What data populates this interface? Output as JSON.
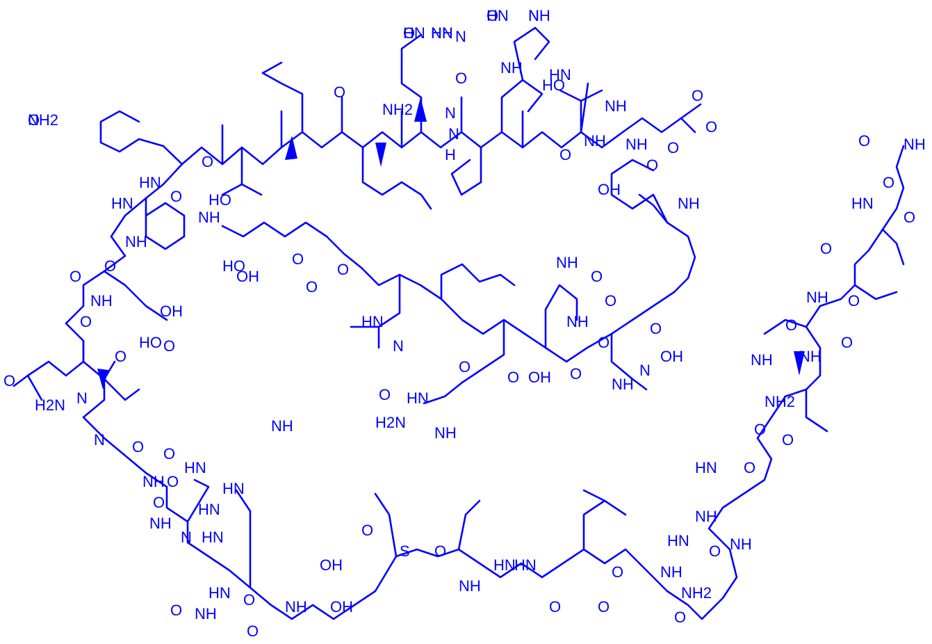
{
  "structure": {
    "kind": "peptide skeletal formula",
    "stroke_color": "#0000ff",
    "background_color": "#ffffff",
    "labels": [
      "NH2",
      "HN",
      "N",
      "HN",
      "NH",
      "N",
      "NH",
      "HO",
      "O",
      "O",
      "NH2",
      "N",
      "N",
      "H",
      "NH",
      "HN",
      "NH",
      "O",
      "O",
      "O",
      "NH",
      "O",
      "O",
      "OH",
      "NH",
      "HN",
      "O",
      "O",
      "HO",
      "HN",
      "NH",
      "O",
      "O",
      "NH",
      "O",
      "OH",
      "O",
      "HO",
      "O",
      "H2N",
      "N",
      "O",
      "N",
      "O",
      "NH",
      "O",
      "HN",
      "N",
      "HN",
      "NH",
      "O",
      "NH",
      "OH",
      "HO",
      "O",
      "O",
      "N",
      "HN",
      "NH",
      "O",
      "O",
      "OH",
      "H2N",
      "NH",
      "O",
      "HN",
      "O",
      "O",
      "NH",
      "O",
      "O",
      "N",
      "OH",
      "O",
      "NH",
      "O",
      "HN",
      "O",
      "NH",
      "O",
      "O",
      "O",
      "NH",
      "O",
      "NH",
      "O",
      "NH",
      "NH2",
      "O",
      "O",
      "O",
      "HN",
      "NH",
      "HN",
      "NH",
      "NH",
      "O",
      "O",
      "O",
      "HN",
      "O",
      "O",
      "NH2",
      "HN",
      "NH",
      "O",
      "S",
      "O",
      "OH",
      "OH",
      "NH",
      "O",
      "O",
      "HN",
      "O",
      "NH",
      "HN",
      "O",
      "NH",
      "O",
      "HN",
      "O",
      "O",
      "NH",
      "O",
      "HN"
    ]
  }
}
